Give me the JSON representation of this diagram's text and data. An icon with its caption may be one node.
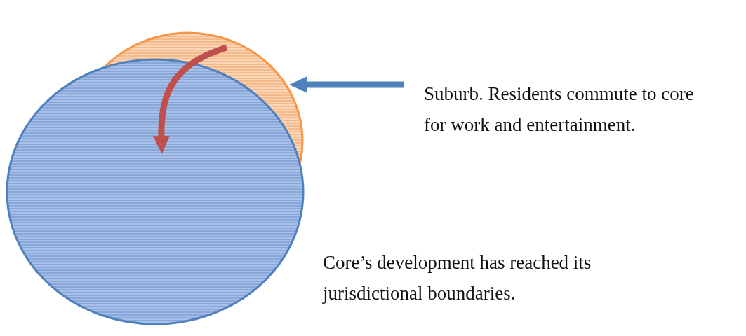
{
  "diagram": {
    "nodes": [
      {
        "text": [],
        "shape": "circle"
      },
      {
        "text": [],
        "shape": "circle"
      },
      {
        "text": [
          "Suburb. Residents commute to core for work and entertainment."
        ]
      }
    ],
    "edges": [
      {
        "from": 2,
        "to": 0,
        "arrow": "to",
        "color": "#4f81bd"
      },
      {
        "from": 0,
        "to": 1,
        "arrow": "to",
        "color": "#c0504d"
      }
    ],
    "labels": [
      "Core’s development has reached its jurisdictional boundaries."
    ]
  }
}
